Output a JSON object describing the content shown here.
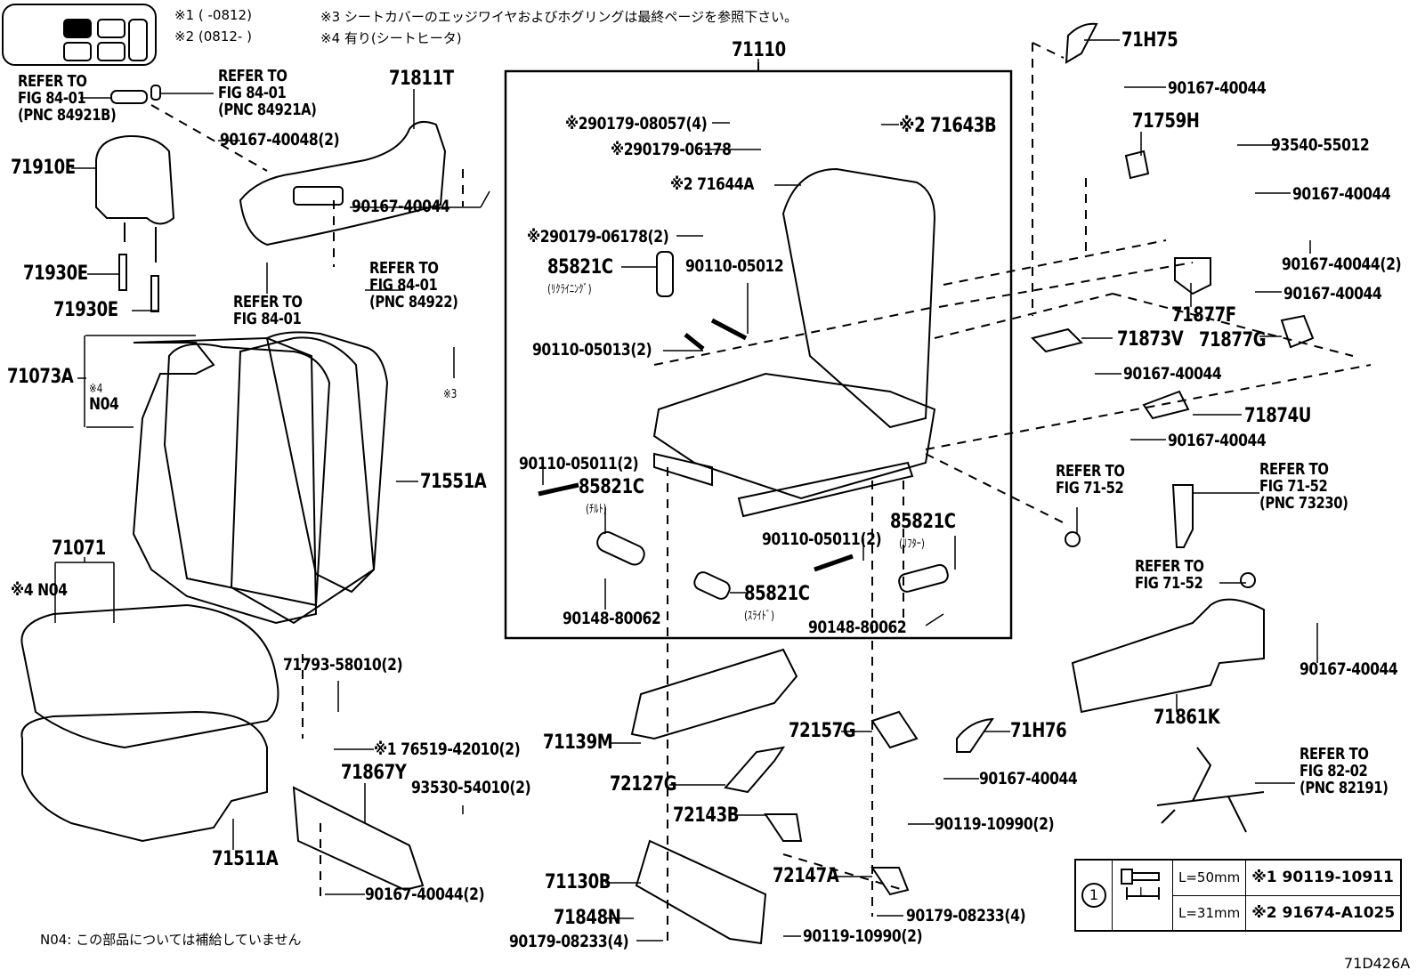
{
  "notes": {
    "n1": "※1 (      -0812)",
    "n2": "※2 (0812-      )",
    "n3": "※3 シートカバーのエッジワイヤおよびホグリングは最終ページを参照下さい。",
    "n4": "※4 有り(シートヒータ)",
    "footer": "N04: この部品については補給していません",
    "figure_code": "71D426A"
  },
  "labels": {
    "refer_84921b": "REFER TO\nFIG 84-01\n(PNC 84921B)",
    "refer_84921a": "REFER TO\nFIG 84-01\n(PNC 84921A)",
    "p71811T": "71811T",
    "p90167_40048": "90167-40048(2)",
    "p71910E": "71910E",
    "p71930E_a": "71930E",
    "p71930E_b": "71930E",
    "p90167_40044_a": "90167-40044",
    "refer_84_01": "REFER TO\nFIG 84-01",
    "refer_84922": "REFER TO\nFIG 84-01\n(PNC 84922)",
    "p71073A": "71073A",
    "n04_a_mark": "※4",
    "n04_a": "N04",
    "mark3": "※3",
    "p71551A": "71551A",
    "p71071": "71071",
    "n04_b": "※4 N04",
    "p71793": "71793-58010(2)",
    "p76519": "※1 76519-42010(2)",
    "p71867Y": "71867Y",
    "p93530": "93530-54010(2)",
    "p71511A": "71511A",
    "p90167_40044_2b": "90167-40044(2)",
    "p71110": "71110",
    "p90179_08057": "※290179-08057(4)",
    "p90179_06178": "※290179-06178",
    "p71644A": "※2 71644A",
    "p90179_06178_2": "※290179-06178(2)",
    "p71643B": "※2 71643B",
    "p85821C_rec": "85821C",
    "sub_rec": "(ﾘｸﾗｲﾆﾝｸﾞ)",
    "p90110_05012": "90110-05012",
    "p90110_05013": "90110-05013(2)",
    "p90110_05011_a": "90110-05011(2)",
    "p85821C_tilt": "85821C",
    "sub_tilt": "(ﾁﾙﾄ)",
    "p90148_a": "90148-80062",
    "p90110_05011_b": "90110-05011(2)",
    "p85821C_lift": "85821C",
    "sub_lift": "(ﾘﾌﾀｰ)",
    "p85821C_slide": "85821C",
    "sub_slide": "(ｽﾗｲﾄﾞ)",
    "p90148_b": "90148-80062",
    "p71139M": "71139M",
    "p72157G": "72157G",
    "p71H76": "71H76",
    "p90167_40044_h76": "90167-40044",
    "p72127G": "72127G",
    "p72143B": "72143B",
    "p90119_10990_a": "90119-10990(2)",
    "p71130B": "71130B",
    "p72147A": "72147A",
    "p71848N": "71848N",
    "p90179_08233_a": "90179-08233(4)",
    "p90179_08233_b": "90179-08233(4)",
    "p90119_10990_b": "90119-10990(2)",
    "p71H75": "71H75",
    "p90167_40044_h75": "90167-40044",
    "p71759H": "71759H",
    "p93540": "93540-55012",
    "p90167_40044_r1": "90167-40044",
    "p90167_40044_r2": "90167-40044(2)",
    "p90167_40044_r3": "90167-40044",
    "p71877F": "71877F",
    "p71877G": "71877G",
    "p71873V": "71873V",
    "p90167_40044_r4": "90167-40044",
    "p71874U": "71874U",
    "p90167_40044_r5": "90167-40044",
    "refer_71_52_a": "REFER TO\nFIG 71-52",
    "refer_73230": "REFER TO\nFIG 71-52\n(PNC 73230)",
    "refer_71_52_b": "REFER TO\nFIG 71-52",
    "p90167_40044_r6": "90167-40044",
    "p71861K": "71861K",
    "refer_82191": "REFER TO\nFIG 82-02\n(PNC 82191)"
  },
  "bolt_table": {
    "ref": "1",
    "dim_label": "L",
    "rows": [
      {
        "length": "L=50mm",
        "part": "※1 90119-10911"
      },
      {
        "length": "L=31mm",
        "part": "※2 91674-A1025"
      }
    ]
  }
}
